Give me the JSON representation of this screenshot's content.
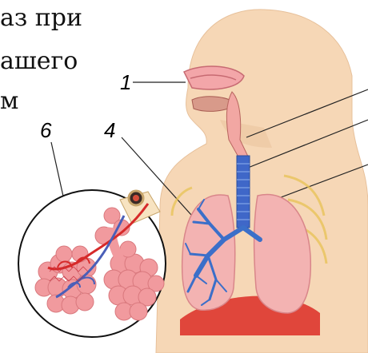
{
  "text_lines": [
    "аз при",
    "ашего",
    "м"
  ],
  "callouts": {
    "mouth_nose": "1",
    "bronchi": "4",
    "alveoli": "6"
  },
  "colors": {
    "skin": "#f6d7b6",
    "lung": "#f3b3b2",
    "bronchi": "#3b6fc9",
    "trachea": "#3f67c8",
    "diaphragm": "#e0463b",
    "alveoli": "#f19a9e",
    "vessel_red": "#d62a2a"
  }
}
